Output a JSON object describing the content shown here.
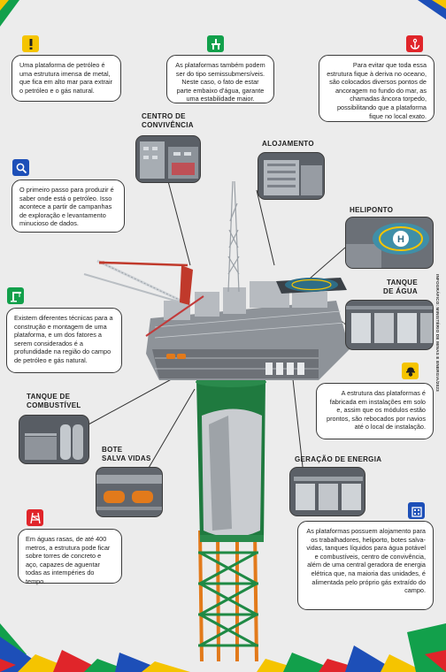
{
  "colors": {
    "yellow": "#f5c400",
    "green": "#12a04b",
    "blue": "#1d4fb8",
    "red": "#e0252a",
    "tower_green": "#1f7a3f",
    "legs_orange": "#e27a1b"
  },
  "credit": "INFOGRÁFICO: MINISTÉRIO DE MINAS E ENERGIA/2023",
  "cards": {
    "intro": {
      "icon": "exclamation-icon",
      "text": "Uma plataforma de petróleo é uma estrutura imensa de metal, que fica em alto mar para extrair o petróleo e o gás natural."
    },
    "semisub": {
      "icon": "platform-icon",
      "text": "As plataformas também podem ser do tipo semissubmersíveis. Neste caso, o fato de estar parte embaixo d'água, garante uma estabilidade maior."
    },
    "anchor": {
      "icon": "anchor-icon",
      "text": "Para evitar que toda essa estrutura fique à deriva no oceano, são colocados diversos pontos de ancoragem no fundo do mar, as chamadas âncora torpedo, possibilitando que a plataforma fique no local exato."
    },
    "exploration": {
      "icon": "magnifier-icon",
      "text": "O primeiro passo para produzir é saber onde está o petróleo. Isso acontece a partir de campanhas de exploração e levantamento minucioso de dados."
    },
    "construction": {
      "icon": "crane-icon",
      "text": "Existem diferentes técnicas para a construção e montagem de uma plataforma, e um dos fatores a serem considerados é a profundidade na região do campo de petróleo e gás natural."
    },
    "fabrication": {
      "icon": "worker-icon",
      "text": "A estrutura das plataformas é fabricada em instalações em solo e, assim que os módulos estão prontos, são rebocados por navios até o local de instalação."
    },
    "shallow": {
      "icon": "tower-icon",
      "text": "Em águas rasas, de até 400 metros, a estrutura pode ficar sobre torres de concreto e aço, capazes de aguentar todas as intempéries do tempo."
    },
    "facilities": {
      "icon": "building-icon",
      "text": "As plataformas possuem alojamento para os trabalhadores, heliporto, botes salva-vidas, tanques líquidos para água potável e combustíveis, centro de convivência, além de uma central geradora de energia elétrica que, na maioria das unidades, é alimentada pelo próprio gás extraído do campo."
    }
  },
  "labels": {
    "convivencia": "CENTRO DE\nCONVIVÊNCIA",
    "alojamento": "ALOJAMENTO",
    "heliponto": "HELIPONTO",
    "tanque_agua": "TANQUE\nDE ÁGUA",
    "tanque_combustivel": "TANQUE DE\nCOMBUSTÍVEL",
    "bote": "BOTE\nSALVA VIDAS",
    "geracao": "GERAÇÃO DE ENERGIA"
  },
  "helipad_letter": "H"
}
